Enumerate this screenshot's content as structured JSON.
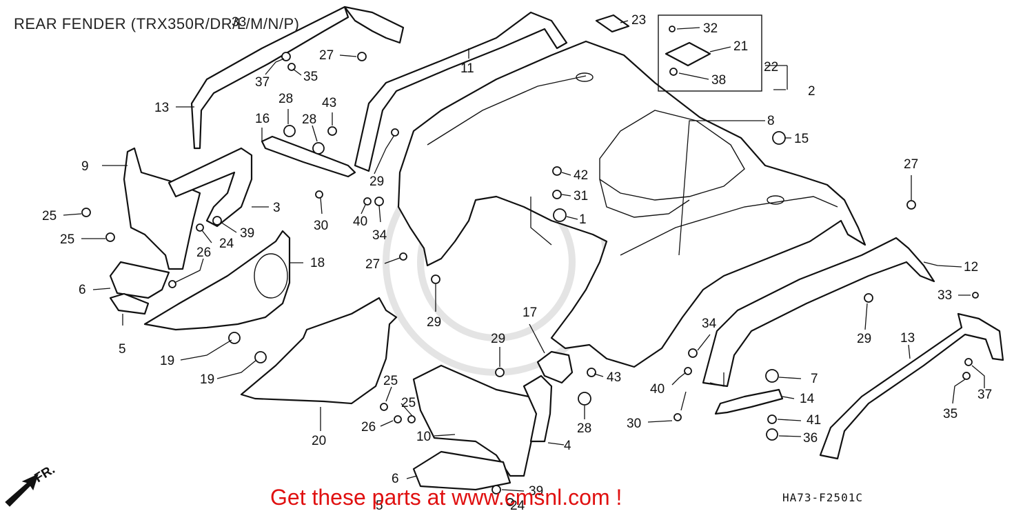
{
  "title": "REAR FENDER (TRX350R/DR/L/M/N/P)",
  "footer_link": "Get these parts at www.cmsnl.com !",
  "diagram_code": "HA73-F2501C",
  "direction_label": "FR.",
  "callouts": {
    "c1": "1",
    "c2": "2",
    "c3": "3",
    "c4": "4",
    "c5a": "5",
    "c5b": "5",
    "c6a": "6",
    "c6b": "6",
    "c7": "7",
    "c8": "8",
    "c9": "9",
    "c10": "10",
    "c11": "11",
    "c12": "12",
    "c13a": "13",
    "c13b": "13",
    "c14": "14",
    "c15": "15",
    "c16": "16",
    "c17": "17",
    "c18": "18",
    "c19a": "19",
    "c19b": "19",
    "c20": "20",
    "c21": "21",
    "c22": "22",
    "c23": "23",
    "c24a": "24",
    "c24b": "24",
    "c25a": "25",
    "c25b": "25",
    "c25c": "25",
    "c25d": "25",
    "c26a": "26",
    "c26b": "26",
    "c27a": "27",
    "c27b": "27",
    "c27c": "27",
    "c28a": "28",
    "c28b": "28",
    "c28c": "28",
    "c29a": "29",
    "c29b": "29",
    "c29c": "29",
    "c29d": "29",
    "c30a": "30",
    "c30b": "30",
    "c31": "31",
    "c32": "32",
    "c33a": "33",
    "c33b": "33",
    "c34a": "34",
    "c34b": "34",
    "c35a": "35",
    "c35b": "35",
    "c36": "36",
    "c37a": "37",
    "c37b": "37",
    "c38": "38",
    "c39a": "39",
    "c39b": "39",
    "c40a": "40",
    "c40b": "40",
    "c41": "41",
    "c42": "42",
    "c43a": "43",
    "c43b": "43"
  }
}
